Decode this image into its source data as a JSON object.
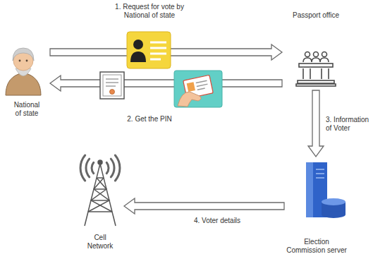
{
  "diagram": {
    "nodes": [
      {
        "text": [
          "National of state"
        ]
      },
      {
        "text": [
          "Passport office"
        ]
      },
      {
        "text": [
          "Election Commission server"
        ]
      },
      {
        "text": [
          "Cell Network"
        ]
      }
    ],
    "edges": [
      {
        "from": 0,
        "to": 1,
        "arrow": "to",
        "label": "1. Request for vote by National of state"
      },
      {
        "from": 1,
        "to": 0,
        "arrow": "to",
        "label": "2. Get the PIN"
      },
      {
        "from": 1,
        "to": 2,
        "arrow": "to",
        "label": "3. Information of Voter"
      },
      {
        "from": 2,
        "to": 3,
        "arrow": "to",
        "label": "4. Voter details"
      }
    ]
  }
}
